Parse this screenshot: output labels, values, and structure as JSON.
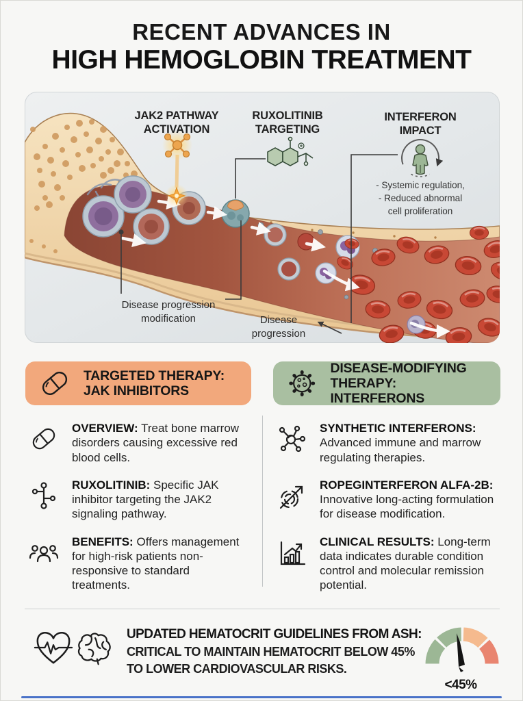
{
  "title": {
    "line1": "RECENT ADVANCES IN",
    "line2": "HIGH HEMOGLOBIN TREATMENT"
  },
  "diagram": {
    "jak2_line1": "JAK2 PATHWAY",
    "jak2_line2": "ACTIVATION",
    "rux_line1": "RUXOLITINIB",
    "rux_line2": "TARGETING",
    "ifn_line1": "INTERFERON",
    "ifn_line2": "IMPACT",
    "ifn_bullet1": "- Systemic regulation,",
    "ifn_bullet2": "- Reduced abnormal",
    "ifn_bullet3": "cell proliferation",
    "dpm_line1": "Disease progression",
    "dpm_line2": "modification",
    "dp_line1": "Disease",
    "dp_line2": "progression"
  },
  "columns": {
    "left": {
      "header_line1": "TARGETED THERAPY:",
      "header_line2": "JAK INHIBITORS",
      "header_color": "#f2a87c",
      "items": [
        {
          "icon": "pill-icon",
          "label": "OVERVIEW:",
          "text": "Treat bone marrow disorders causing excessive red blood cells."
        },
        {
          "icon": "molecule-icon",
          "label": "RUXOLITINIB:",
          "text": "Specific JAK inhibitor targeting the JAK2 signaling pathway."
        },
        {
          "icon": "people-icon",
          "label": "BENEFITS:",
          "text": "Offers management for high-risk patients non-responsive to standard treatments."
        }
      ]
    },
    "right": {
      "header_line1": "DISEASE-MODIFYING",
      "header_line2": "THERAPY: INTERFERONS",
      "header_color": "#a9bfa1",
      "items": [
        {
          "icon": "interferon-molecule-icon",
          "label": "SYNTHETIC INTERFERONS:",
          "text": "Advanced immune and marrow regulating therapies."
        },
        {
          "icon": "trend-arrow-icon",
          "label": "ROPEGINTERFERON ALFA-2B:",
          "text": "Innovative long-acting formulation for disease modification."
        },
        {
          "icon": "bar-chart-icon",
          "label": "CLINICAL RESULTS:",
          "text": "Long-term data indicates durable condition control and molecular remission potential."
        }
      ]
    }
  },
  "footer": {
    "headline": "UPDATED HEMATOCRIT GUIDELINES FROM ASH:",
    "line2": "CRITICAL TO MAINTAIN HEMATOCRIT BELOW 45%",
    "line3": "TO LOWER CARDIOVASCULAR RISKS.",
    "gauge": {
      "label": "<45%",
      "segment_colors": [
        "#9cb795",
        "#9cb795",
        "#f5ba8e",
        "#e98570"
      ],
      "needle_color": "#141414"
    }
  }
}
